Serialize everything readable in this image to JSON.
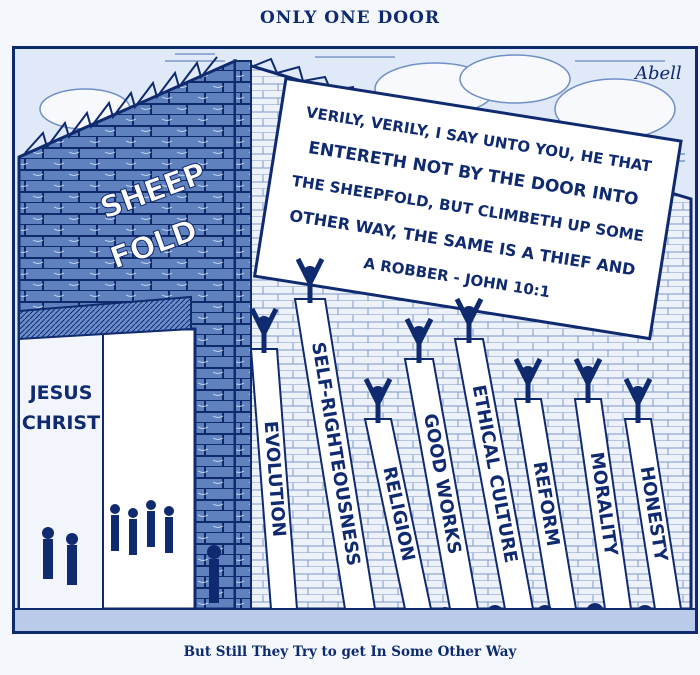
{
  "title": "ONLY ONE DOOR",
  "signature": "Abell",
  "caption": "But Still They Try to get In Some Other Way",
  "fold_label": [
    "SHEEP",
    "FOLD"
  ],
  "door_label": [
    "JESUS",
    "CHRIST"
  ],
  "scripture": {
    "lines": [
      "VERILY, VERILY, I SAY UNTO YOU, HE THAT",
      "ENTERETH NOT BY THE DOOR INTO",
      "THE SHEEPFOLD, BUT CLIMBETH UP SOME",
      "OTHER WAY, THE SAME IS A THIEF AND",
      "A ROBBER - JOHN 10:1"
    ]
  },
  "ladders": [
    {
      "label": "EVOLUTION"
    },
    {
      "label": "SELF-RIGHTEOUSNESS"
    },
    {
      "label": "RELIGION"
    },
    {
      "label": "GOOD WORKS"
    },
    {
      "label": "ETHICAL CULTURE"
    },
    {
      "label": "REFORM"
    },
    {
      "label": "MORALITY"
    },
    {
      "label": "HONESTY"
    }
  ],
  "colors": {
    "ink": "#102a70",
    "paper": "#f4f7fb",
    "stone": "#4a6fb0",
    "sky": "#dfe9f8"
  }
}
